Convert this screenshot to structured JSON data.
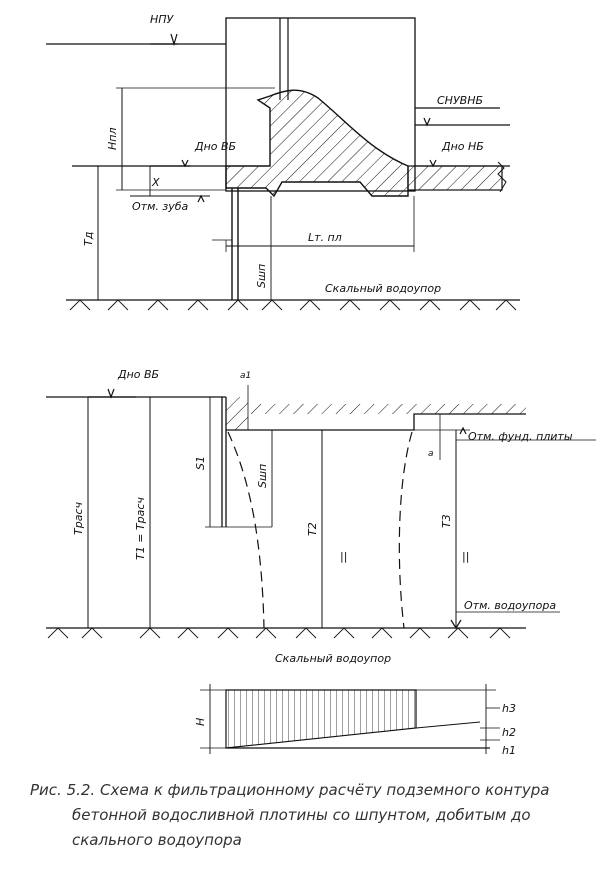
{
  "fig1": {
    "npu": "НПУ",
    "snuvnb": "СНУВНБ",
    "dno_vb": "Дно ВБ",
    "dno_nb": "Дно НБ",
    "otm_zuba": "Отм. зуба",
    "hpl": "Hпл",
    "x": "X",
    "lt_pl": "Lт. пл",
    "t_d": "Tд",
    "s_shp": "Sшп",
    "rock": "Скальный водоупор"
  },
  "fig2": {
    "dno_vb": "Дно ВБ",
    "a1": "a1",
    "a": "a",
    "s1": "S1",
    "s_shp": "Sшп",
    "t_rasch": "Tрасч",
    "t1_eq": "T1 = Tрасч",
    "t2": "T2",
    "t3": "T3",
    "otm_fund": "Отм. фунд. плиты",
    "otm_vodoupora": "Отм. водоупора",
    "rock": "Скальный водоупор",
    "zone_mark": "||"
  },
  "fig3": {
    "h": "H",
    "h3": "h3",
    "h2": "h2",
    "h1": "h1"
  },
  "caption": {
    "line1": "Рис. 5.2. Схема к фильтрационному расчёту подземного контура",
    "line2": "бетонной водосливной плотины со шпунтом, добитым до",
    "line3": "скального водоупора"
  }
}
